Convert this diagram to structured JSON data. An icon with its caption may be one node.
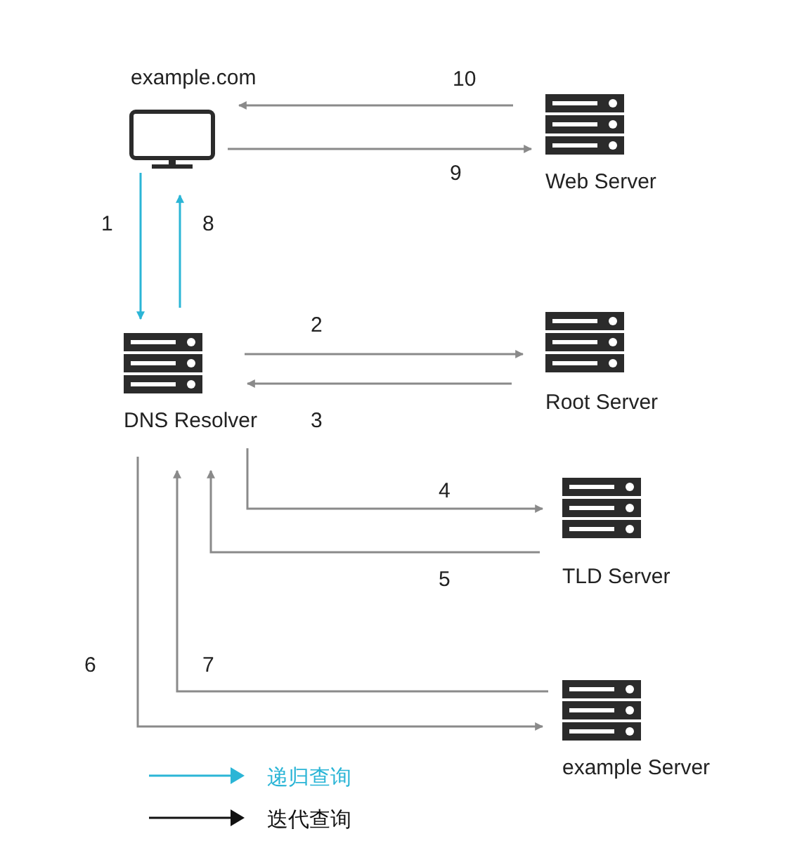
{
  "diagram": {
    "nodes": [
      {
        "text": [
          "example.com"
        ]
      },
      {
        "text": [
          "Web Server"
        ]
      },
      {
        "text": [
          "DNS Resolver"
        ]
      },
      {
        "text": [
          "Root Server"
        ]
      },
      {
        "text": [
          "TLD Server"
        ]
      },
      {
        "text": [
          "example Server"
        ]
      }
    ],
    "edges": [
      {
        "from": 0,
        "to": 2,
        "arrow": "to",
        "label": "1",
        "color": "#2bb5d6"
      },
      {
        "from": 2,
        "to": 0,
        "arrow": "to",
        "label": "8",
        "color": "#2bb5d6"
      },
      {
        "from": 2,
        "to": 3,
        "arrow": "to",
        "label": "2"
      },
      {
        "from": 3,
        "to": 2,
        "arrow": "to",
        "label": "3"
      },
      {
        "from": 2,
        "to": 4,
        "arrow": "to",
        "label": "4"
      },
      {
        "from": 4,
        "to": 2,
        "arrow": "to",
        "label": "5"
      },
      {
        "from": 2,
        "to": 5,
        "arrow": "to",
        "label": "6"
      },
      {
        "from": 5,
        "to": 2,
        "arrow": "to",
        "label": "7"
      },
      {
        "from": 0,
        "to": 1,
        "arrow": "to",
        "label": "9"
      },
      {
        "from": 1,
        "to": 0,
        "arrow": "to",
        "label": "10"
      }
    ],
    "legend": [
      {
        "text": "递归查询"
      },
      {
        "text": "迭代查询"
      }
    ]
  }
}
